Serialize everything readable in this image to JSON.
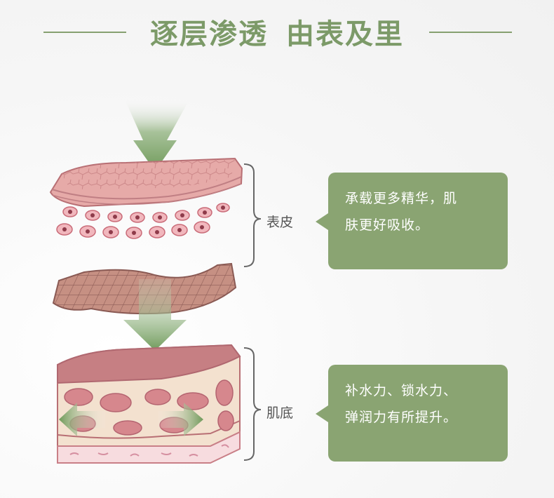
{
  "header": {
    "title_part1": "逐层渗透",
    "title_part2": "由表及里"
  },
  "layers": [
    {
      "label": "表皮",
      "description_line1": "承载更多精华，肌",
      "description_line2": "肤更好吸收。"
    },
    {
      "label": "肌底",
      "description_line1": "补水力、锁水力、",
      "description_line2": "弹润力有所提升。"
    }
  ],
  "colors": {
    "accent": "#86a070",
    "bubble": "#8aa472",
    "skin_top": "#d99a9a",
    "skin_cells": "#c96b78",
    "dermis_fill": "#f2dcc4",
    "arrow": "#6f9a5a"
  }
}
